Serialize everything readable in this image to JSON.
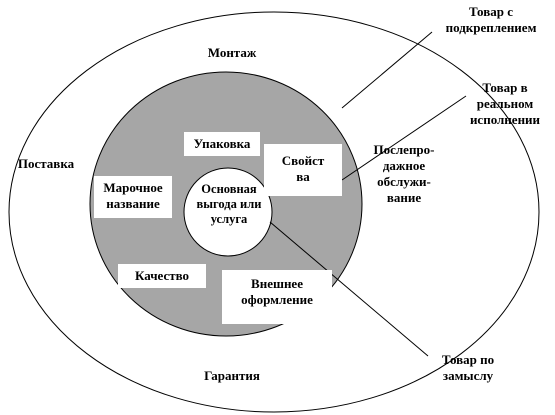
{
  "diagram": {
    "title_outer": "Товар с подкреплением",
    "title_middle": "Товар в реальном исполнении",
    "title_inner": "Товар по замыслу",
    "outer_ring": {
      "top": "Монтаж",
      "left": "Поставка",
      "right": "Послепро-дажное обслужи-вание",
      "bottom": "Гарантия"
    },
    "middle_ring": {
      "packaging": "Упаковка",
      "properties": "Свойства",
      "brand_name": "Марочное название",
      "quality": "Качество",
      "design": "Внешнее оформление"
    },
    "core": "Основная выгода или услуга"
  },
  "colors": {
    "ring_fill": "#a6a6a6",
    "background": "#ffffff",
    "stroke": "#000000"
  }
}
